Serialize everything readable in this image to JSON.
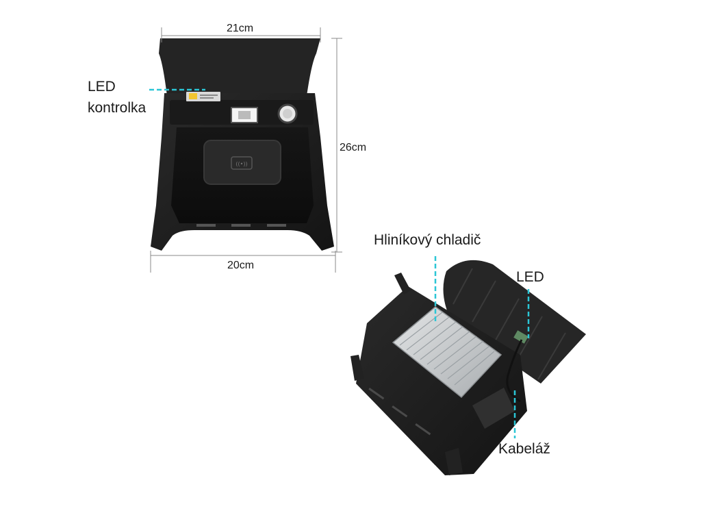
{
  "dimensions": {
    "top_width": "21cm",
    "bottom_width": "20cm",
    "height": "26cm"
  },
  "callouts": {
    "led_indicator_line1": "LED",
    "led_indicator_line2": "kontrolka",
    "heatsink": "Hliníkový chladič",
    "led": "LED",
    "wiring": "Kabeláž"
  },
  "colors": {
    "callout_line": "#2bc6d6",
    "product_body": "#1b1b1b",
    "heatsink": "#c9ccce"
  }
}
